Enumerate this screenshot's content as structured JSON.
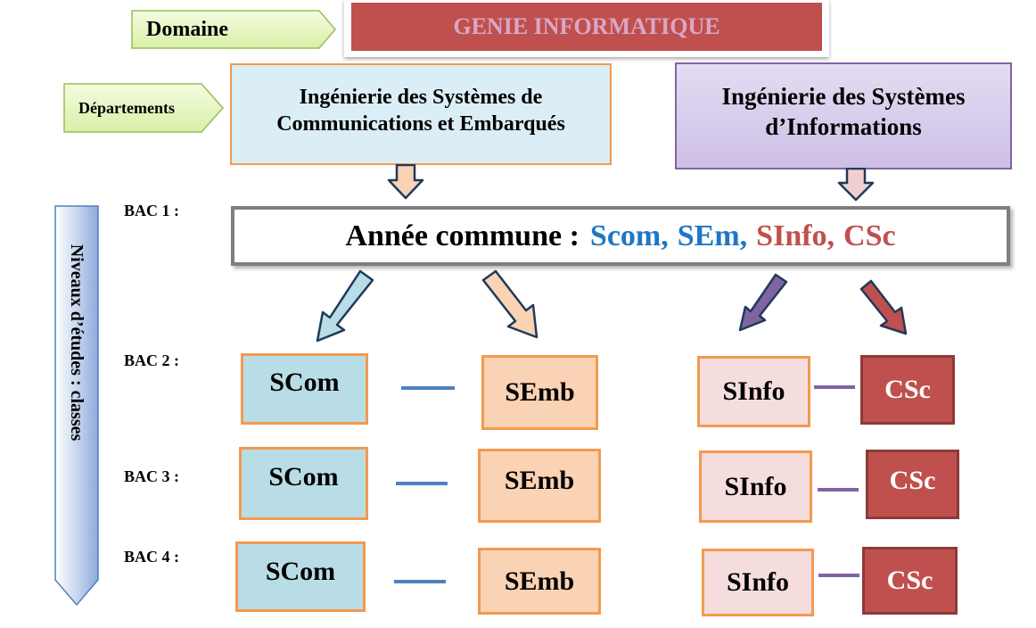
{
  "domain": {
    "tag_label": "Domaine",
    "name": "GENIE INFORMATIQUE"
  },
  "departments": {
    "tag_label": "Départements",
    "dept1": {
      "line1": "Ingénierie des Systèmes de",
      "line2": "Communications et Embarqués"
    },
    "dept2": {
      "line1": "Ingénierie des Systèmes",
      "line2": "d’Informations"
    }
  },
  "levels_label": "Niveaux d’études : classes",
  "bac1": {
    "label": "BAC 1 :",
    "common_prefix": "Année commune :",
    "tracks": [
      {
        "text": "Scom,",
        "color": "#1f77c4"
      },
      {
        "text": "SEm,",
        "color": "#1f77c4"
      },
      {
        "text": "SInfo,",
        "color": "#c0504d"
      },
      {
        "text": "CSc",
        "color": "#c0504d"
      }
    ]
  },
  "levels": [
    {
      "label": "BAC 2 :",
      "scom": "SCom",
      "semb": "SEmb",
      "sinfo": "SInfo",
      "csc": "CSc"
    },
    {
      "label": "BAC 3 :",
      "scom": "SCom",
      "semb": "SEmb",
      "sinfo": "SInfo",
      "csc": "CSc"
    },
    {
      "label": "BAC 4 :",
      "scom": "SCom",
      "semb": "SEmb",
      "sinfo": "SInfo",
      "csc": "CSc"
    }
  ],
  "colors": {
    "scom_fill": "#b9dde6",
    "semb_fill": "#fad2b4",
    "sinfo_fill": "#f6dddd",
    "csc_fill": "#c0504d",
    "box_border": "#f39a4e",
    "dept1_fill": "#dbeef5",
    "dept2_fill": "#ddd3ee",
    "domain_fill": "#c0504d",
    "tag_fill": "#e6f7c2",
    "blue_line": "#4f81bd",
    "purple_line": "#8064a2"
  }
}
